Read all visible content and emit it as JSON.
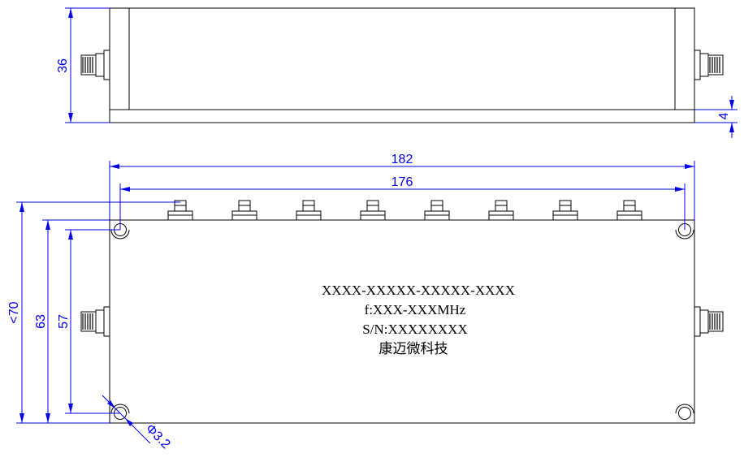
{
  "dimensions": {
    "overall_length": "182",
    "hole_pitch_length": "176",
    "overall_width": "<70",
    "body_width": "63",
    "hole_pitch_width": "57",
    "side_height": "36",
    "base_step": "4",
    "hole_diameter": "Φ3.2"
  },
  "label_plate": {
    "part_number": "XXXX-XXXXX-XXXXX-XXXX",
    "frequency": "f:XXX-XXXMHz",
    "serial_number": "S/N:XXXXXXXX",
    "manufacturer": "康迈微科技"
  },
  "connectors": {
    "top_ports": 8,
    "side_ports": 2
  },
  "colors": {
    "dimension": "#0000ee",
    "outline": "#000000"
  }
}
